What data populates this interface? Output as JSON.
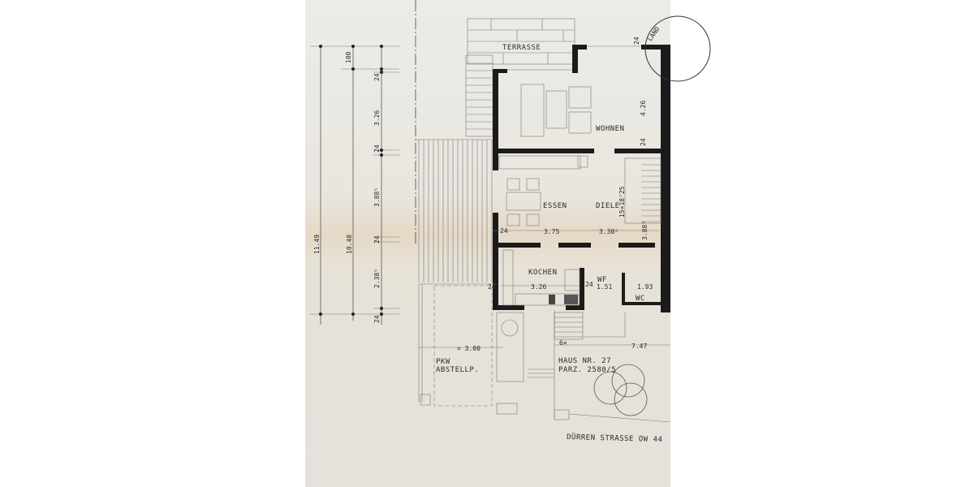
{
  "plan": {
    "rooms": {
      "terrace": "TERRASSE",
      "living": "WOHNEN",
      "dining": "ESSEN",
      "hall": "DIELE",
      "kitchen": "KOCHEN",
      "wf": "WF",
      "wc": "WC",
      "parking_1": "PKW",
      "parking_2": "ABSTELLP."
    },
    "house": {
      "number": "HAUS NR. 27",
      "parcel": "PARZ. 2580/5"
    },
    "street": "DÜRREN STRASSE  OW 44",
    "stamp_text": "LAND",
    "dimensions": {
      "d100": "100",
      "d24a": "24",
      "d326": "3.26",
      "d24b": "24",
      "d388": "3.88⁵",
      "d1149": "11.49",
      "d1048": "10.48",
      "d24c": "24",
      "d238": "2.38⁵",
      "d24d": "24",
      "d426": "4.26",
      "d24e": "24",
      "d24top": "24",
      "stair": "15×18⁷25",
      "d24f": "24",
      "d375": "3.75",
      "d3305": "3.30⁵",
      "d388b": "3.88⁵",
      "kitchen_w": "3.26",
      "d24g": "24",
      "d24h": "24",
      "wf_w": "1.51",
      "wc_w": "1.93",
      "d300": "= 3.00",
      "d6x": "6×",
      "d747": "7.47"
    }
  }
}
